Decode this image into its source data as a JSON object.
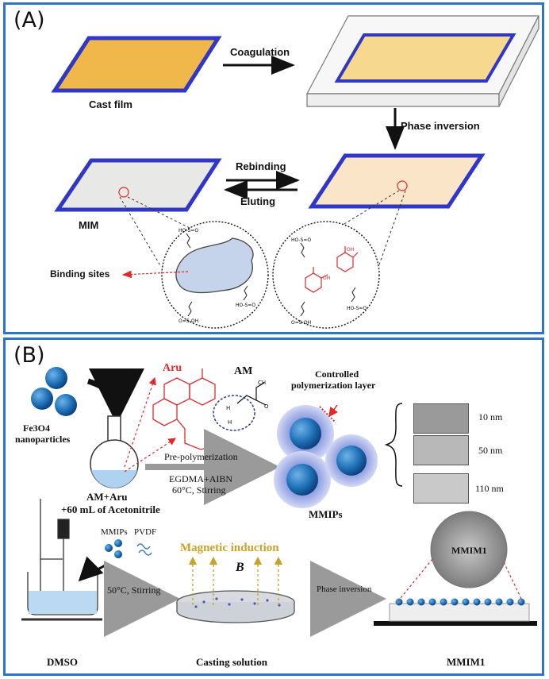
{
  "panel_a": {
    "label": "(A)",
    "cast_film": "Cast film",
    "coagulation": "Coagulation",
    "phase_inversion": "Phase inversion",
    "rebinding": "Rebinding",
    "eluting": "Eluting",
    "mim": "MIM",
    "binding_sites": "Binding sites"
  },
  "panel_b": {
    "label": "(B)",
    "fe3o4_line1": "Fe3O4",
    "fe3o4_line2": "nanoparticles",
    "aru": "Aru",
    "am": "AM",
    "controlled_line1": "Controlled",
    "controlled_line2": "polymerization layer",
    "pre_polymerization": "Pre-polymerization",
    "egdma_aibn": "EGDMA+AIBN",
    "temp_stirring": "60°C, Stirring",
    "am_aru_line1": "AM+Aru",
    "am_aru_line2": "+60 mL of Acetonitrile",
    "mmips": "MMIPs",
    "sizes": [
      "10 nm",
      "50 nm",
      "110 nm"
    ],
    "mmips_small": "MMIPs",
    "pvdf": "PVDF",
    "magnetic_induction": "Magnetic induction",
    "b_field": "B",
    "stirring_50": "50°C, Stirring",
    "phase_inversion_b": "Phase inversion",
    "dmso": "DMSO",
    "casting_solution": "Casting solution",
    "mmim1_inset": "MMIM1",
    "mmim1": "MMIM1"
  },
  "colors": {
    "frame_blue": "#2e74c9",
    "film_orange": "#f0b84a",
    "film_blue_border": "#3037c4",
    "template_red": "#e02a2a",
    "sphere_blue": "#1e6fb6",
    "magnetic_gold": "#c9a227"
  }
}
